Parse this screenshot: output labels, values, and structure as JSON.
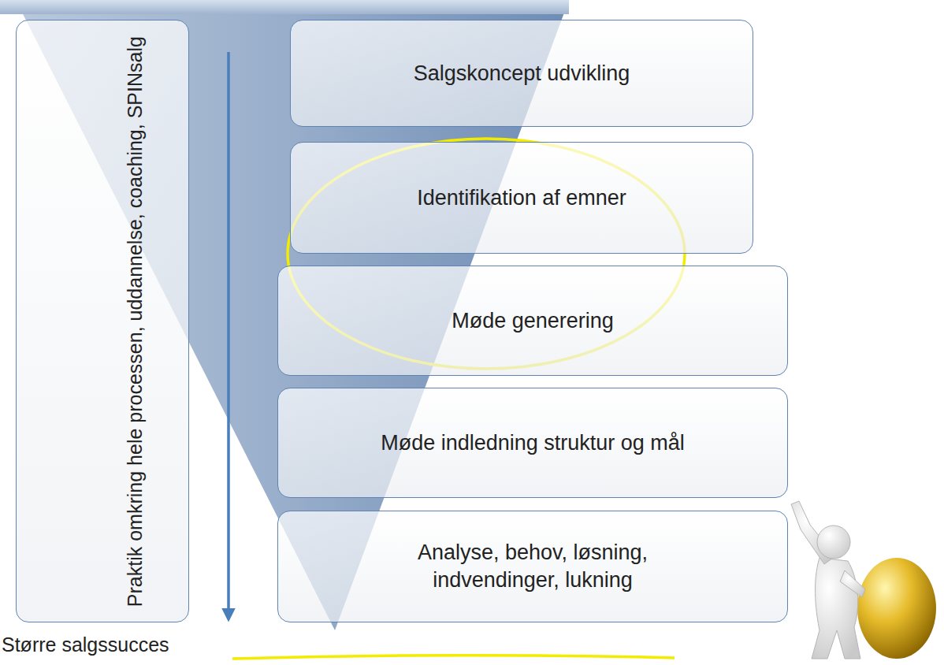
{
  "diagram": {
    "nodes": [
      {
        "text": [
          "Praktik omkring hele processen, uddannelse, coaching, SPINsalg"
        ]
      },
      {
        "text": [
          "Salgskoncept udvikling"
        ]
      },
      {
        "text": [
          "Identifikation af emner"
        ]
      },
      {
        "text": [
          "Møde generering"
        ]
      },
      {
        "text": [
          "Møde indledning struktur og mål"
        ]
      },
      {
        "text": [
          "Analyse, behov, løsning, indvendinger, lukning"
        ]
      }
    ],
    "labels": [
      "Større salgssucces"
    ]
  }
}
